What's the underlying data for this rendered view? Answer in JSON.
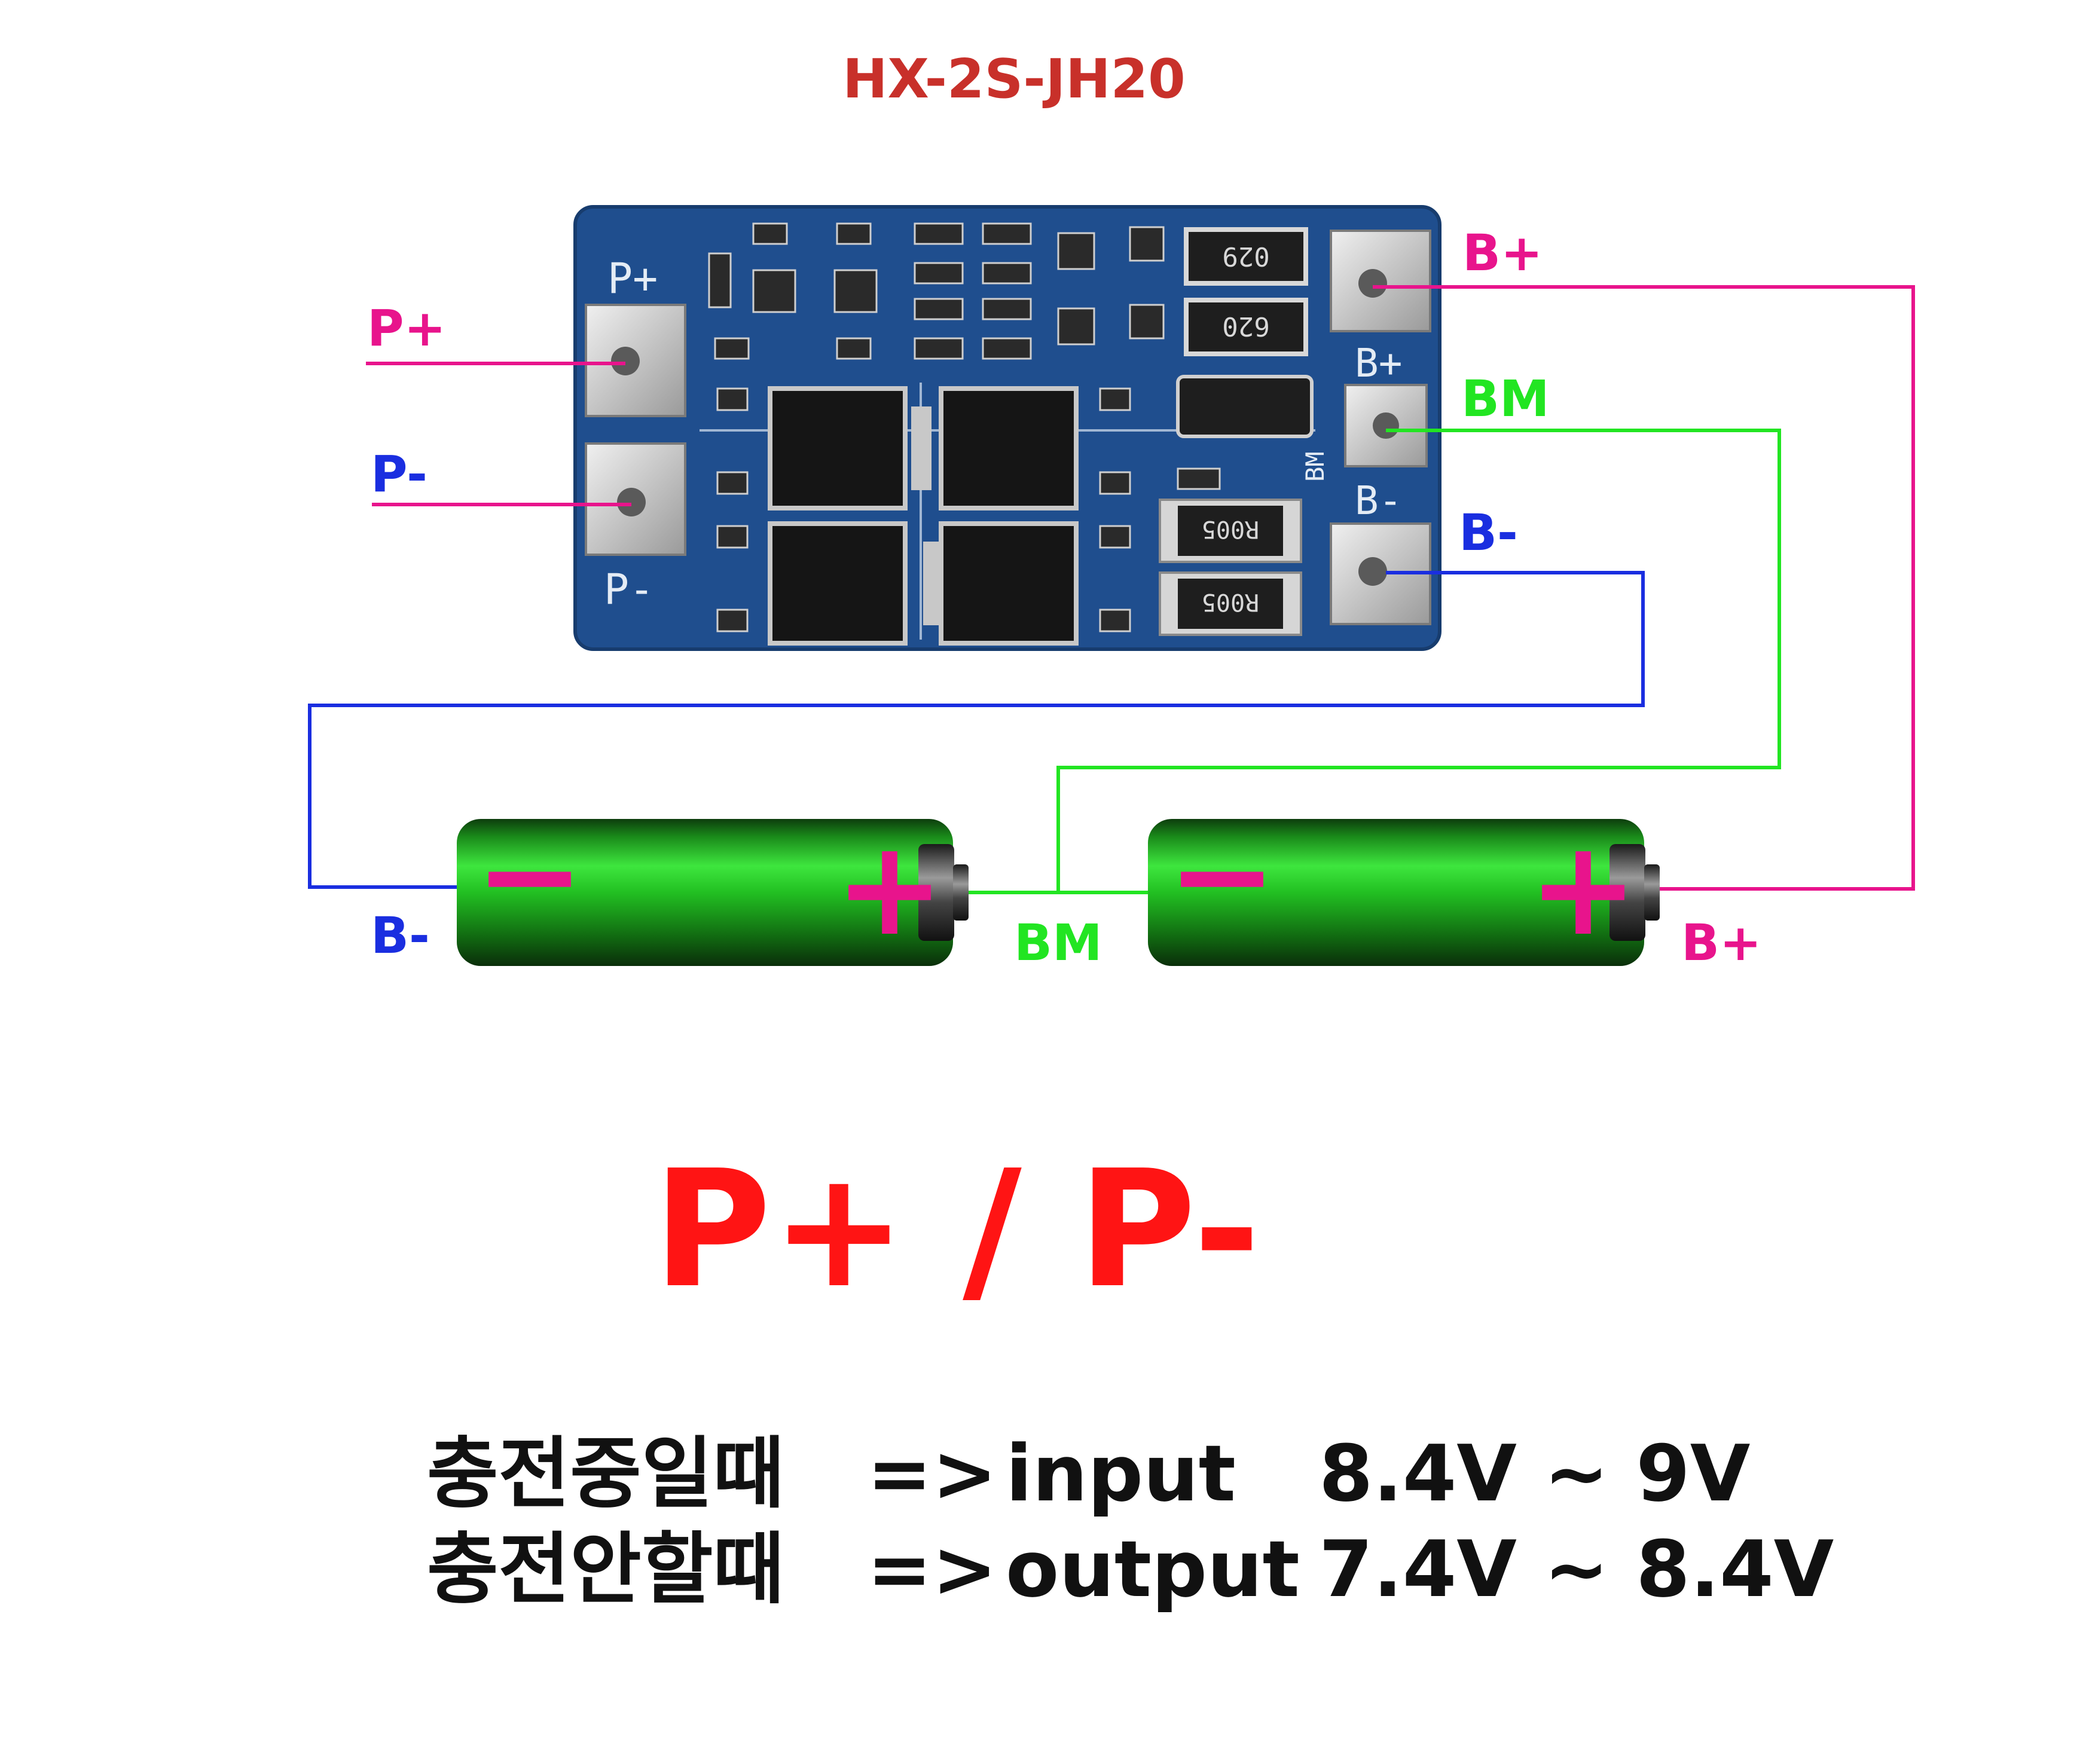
{
  "title": "HX-2S-JH20",
  "colors": {
    "title": "#c8302a",
    "pink": "#e8148c",
    "blue": "#1a2ee0",
    "green": "#22e522",
    "heading": "#ff1414",
    "text": "#111111",
    "pcb": "#1f4e8e"
  },
  "board": {
    "silk_p_plus": "P+",
    "silk_p_minus": "P-",
    "silk_b_plus": "B+",
    "silk_bm": "BM",
    "silk_b_minus": "B-",
    "res_top_1": "029",
    "res_top_2": "620",
    "res_sense_1": "R005",
    "res_sense_2": "R005"
  },
  "labels": {
    "p_plus": "P+",
    "p_minus": "P-",
    "b_plus_board": "B+",
    "bm_board": "BM",
    "b_minus_board": "B-",
    "b_minus_cell": "B-",
    "bm_cell": "BM",
    "b_plus_cell": "B+"
  },
  "battery": {
    "minus_sign": "−",
    "plus_sign": "+"
  },
  "heading": "P+ / P-",
  "specs": [
    {
      "mode": "충전중일때",
      "arrow": "=>",
      "dir": "input",
      "range": "8.4V ~ 9V"
    },
    {
      "mode": "충전안할때",
      "arrow": "=>",
      "dir": "output",
      "range": "7.4V ~ 8.4V"
    }
  ]
}
